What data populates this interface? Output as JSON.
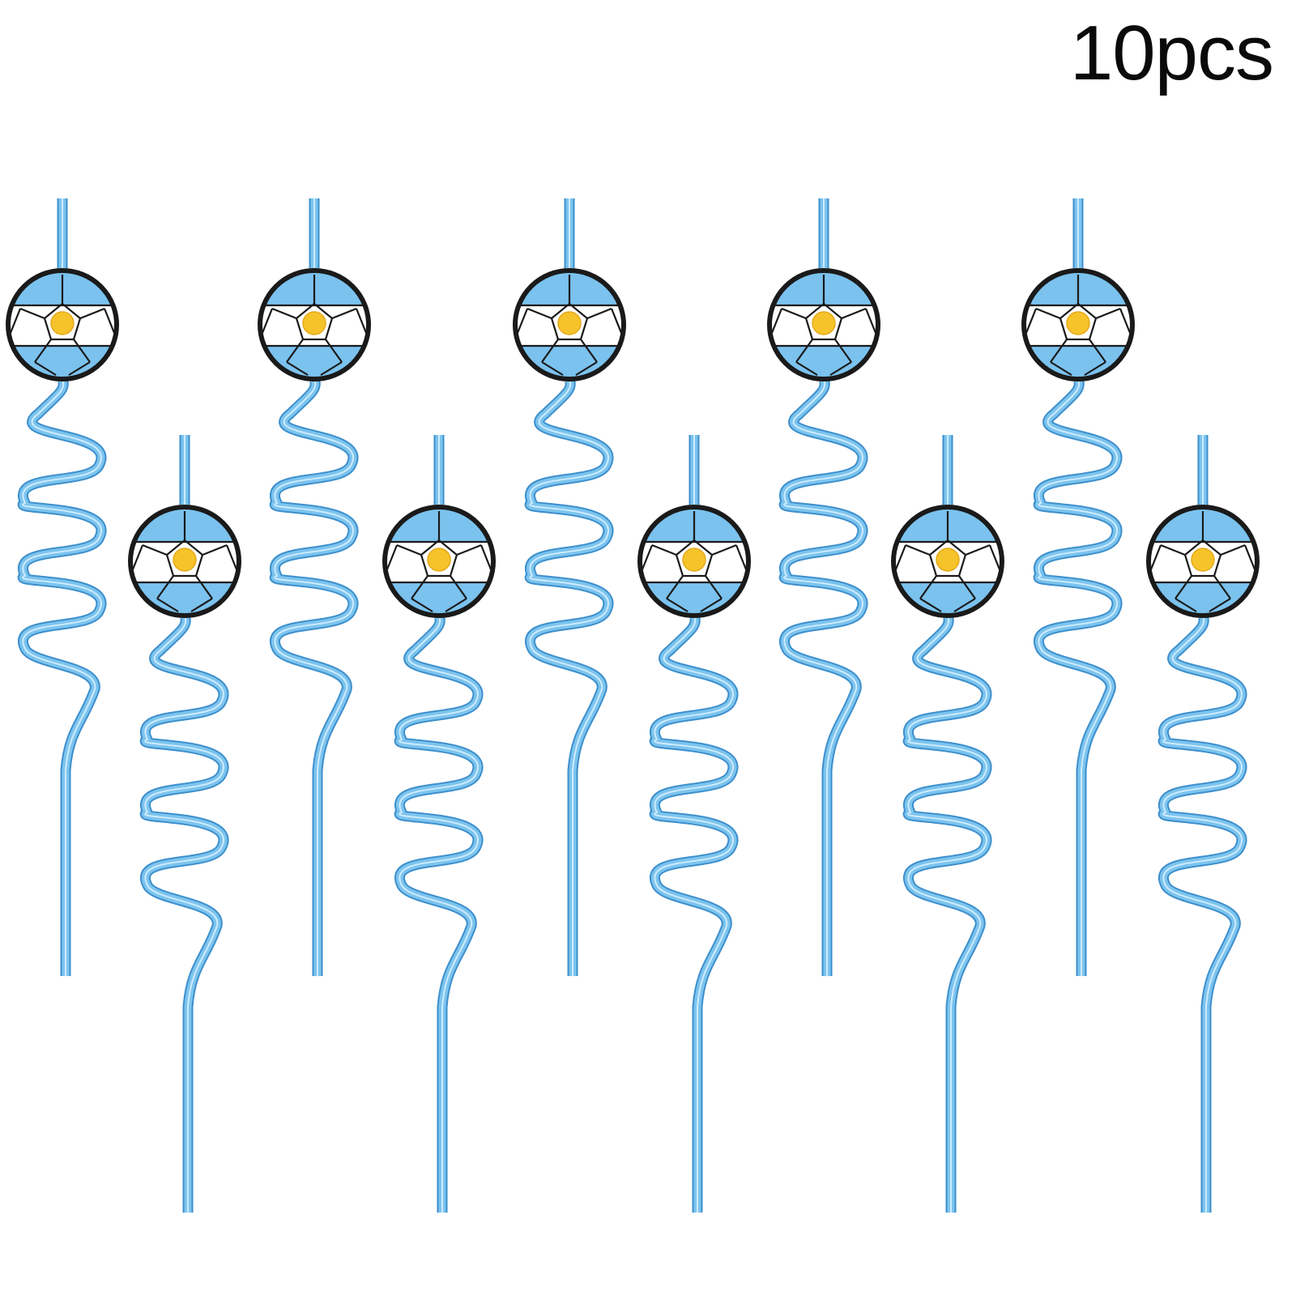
{
  "product": {
    "count_label": "10pcs",
    "quantity": 10,
    "item": "spiral-straw",
    "topper": "soccer-ball-icon",
    "colors": {
      "straw": "#7cc4ee",
      "straw_dark": "#3d8fcc",
      "flag_blue": "#7bc2ee",
      "flag_white": "#ffffff",
      "sun": "#f6c32a",
      "outline": "#1a1a1a",
      "background": "#ffffff"
    }
  }
}
